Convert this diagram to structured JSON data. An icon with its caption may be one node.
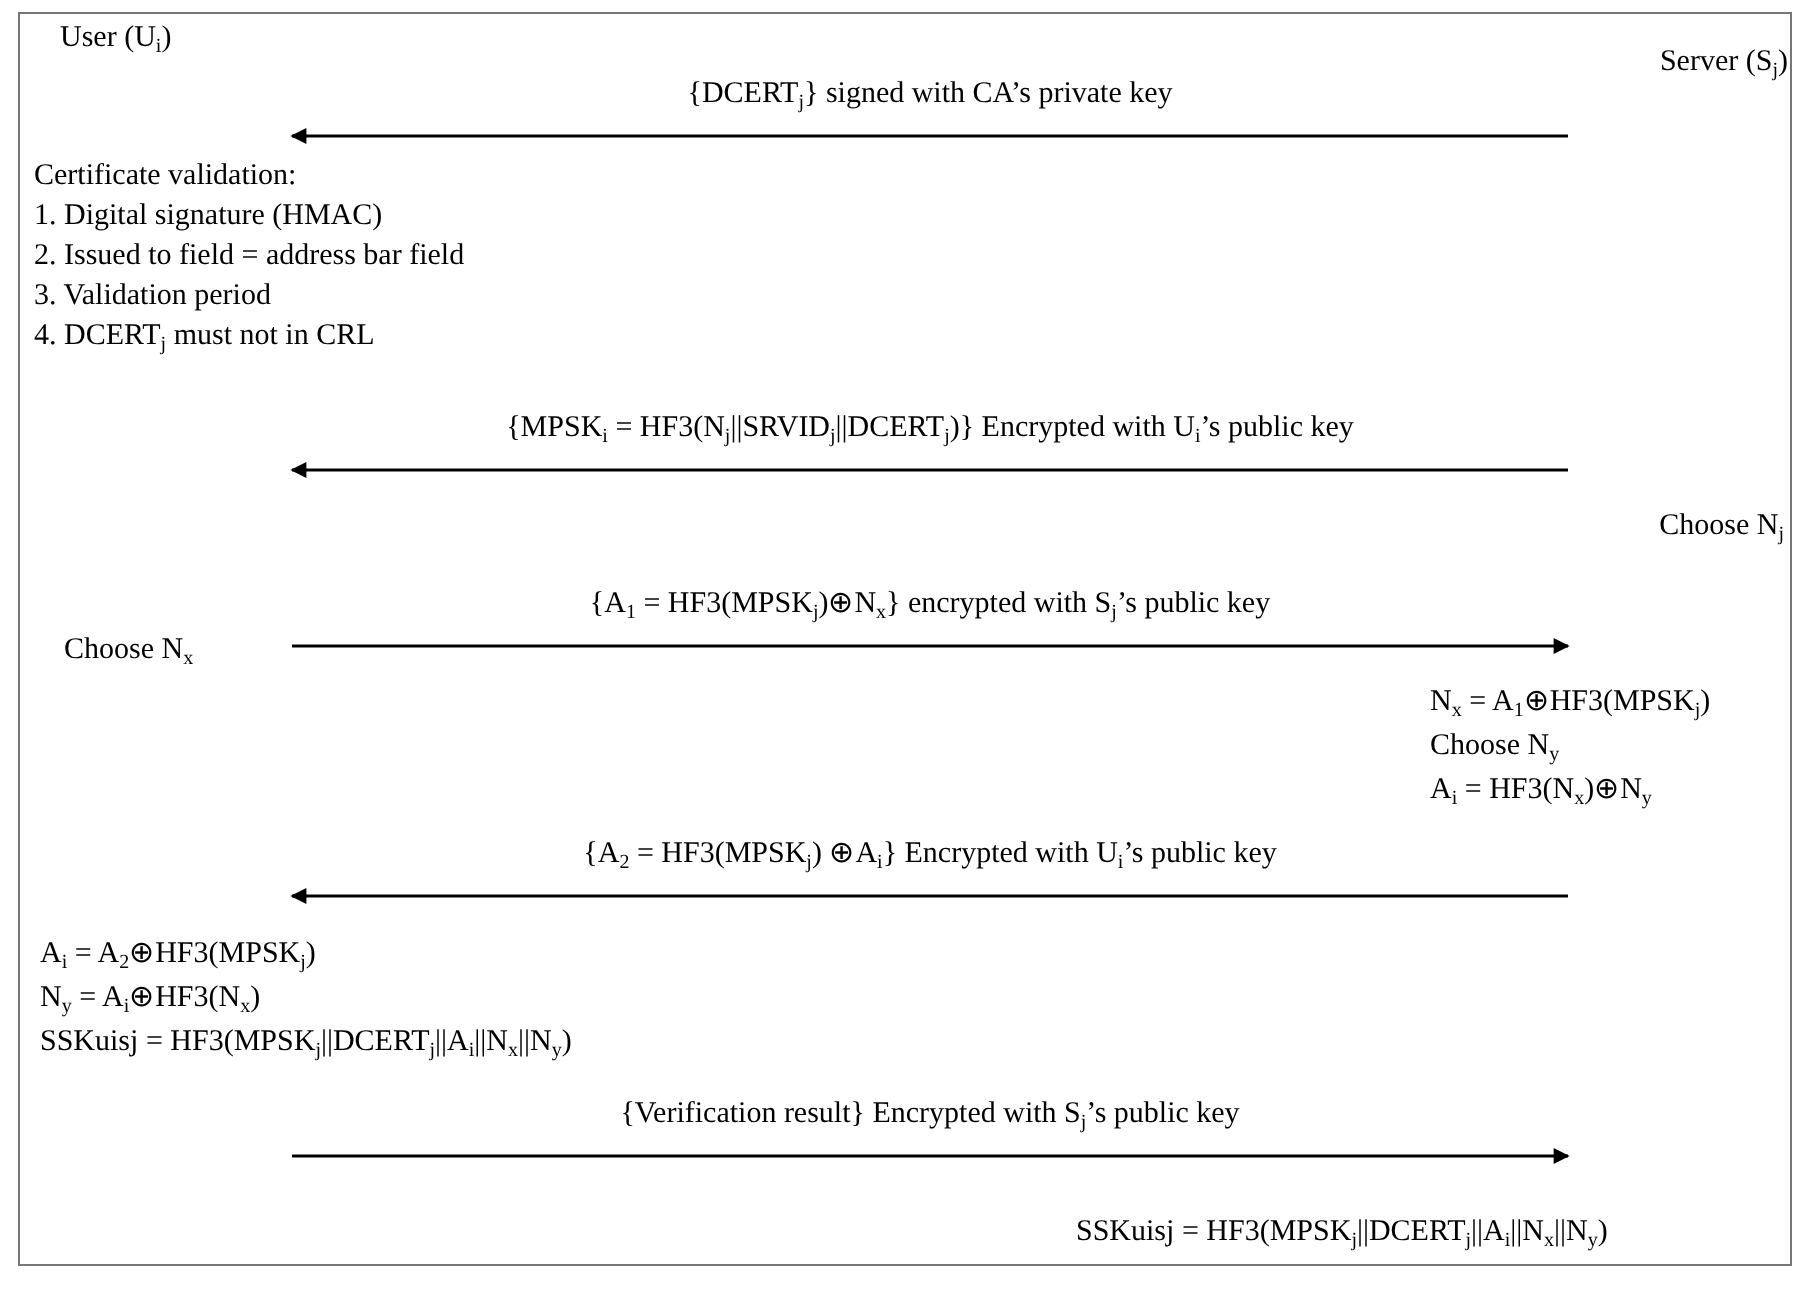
{
  "diagram": {
    "nodes": [
      {
        "text": [
          "User (U$_{i}$)"
        ]
      },
      {
        "text": [
          "Server (S$_{j}$)"
        ]
      },
      {
        "text": [
          "Certificate validation:",
          "1. Digital signature (HMAC)",
          "2. Issued to field = address bar field",
          "3. Validation period",
          "4. DCERT$_{j}$ must not in CRL"
        ]
      },
      {
        "text": [
          "Choose N$_{j}$"
        ]
      },
      {
        "text": [
          "Choose N$_{x}$"
        ]
      },
      {
        "text": [
          "N$_{x}$ = A$_{1}$⊕HF3(MPSK$_{j}$)",
          "Choose N$_{y}$",
          "A$_{i}$ = HF3(N$_{x}$)⊕N$_{y}$"
        ]
      },
      {
        "text": [
          "A$_{i}$ = A$_{2}$⊕HF3(MPSK$_{j}$)",
          "N$_{y}$ = A$_{i}$⊕HF3(N$_{x}$)",
          "SSKuisj = HF3(MPSK$_{j}$||DCERT$_{j}$||A$_{i}$||N$_{x}$||N$_{y}$)"
        ]
      },
      {
        "text": [
          "SSKuisj = HF3(MPSK$_{j}$||DCERT$_{j}$||A$_{i}$||N$_{x}$||N$_{y}$)"
        ]
      }
    ],
    "edges": [
      {
        "from": 1,
        "to": 2,
        "arrow": "to",
        "label": "{DCERT$_{j}$} signed with CA’s private key"
      },
      {
        "from": 3,
        "to": null,
        "arrow": "to",
        "label": "{MPSK$_{i}$ = HF3(N$_{j}$||SRVID$_{j}$||DCERT$_{j}$)} Encrypted with U$_{i}$’s public key"
      },
      {
        "from": 4,
        "to": 5,
        "arrow": "to",
        "label": "{A$_{1}$ = HF3(MPSK$_{j}$)⊕N$_{x}$} encrypted with S$_{j}$’s public key"
      },
      {
        "from": 5,
        "to": 6,
        "arrow": "to",
        "label": "{A$_{2}$ = HF3(MPSK$_{j}$) ⊕A$_{i}$} Encrypted with U$_{i}$’s public key"
      },
      {
        "from": 6,
        "to": 7,
        "arrow": "to",
        "label": "{Verification result} Encrypted with S$_{j}$’s public key"
      }
    ]
  }
}
